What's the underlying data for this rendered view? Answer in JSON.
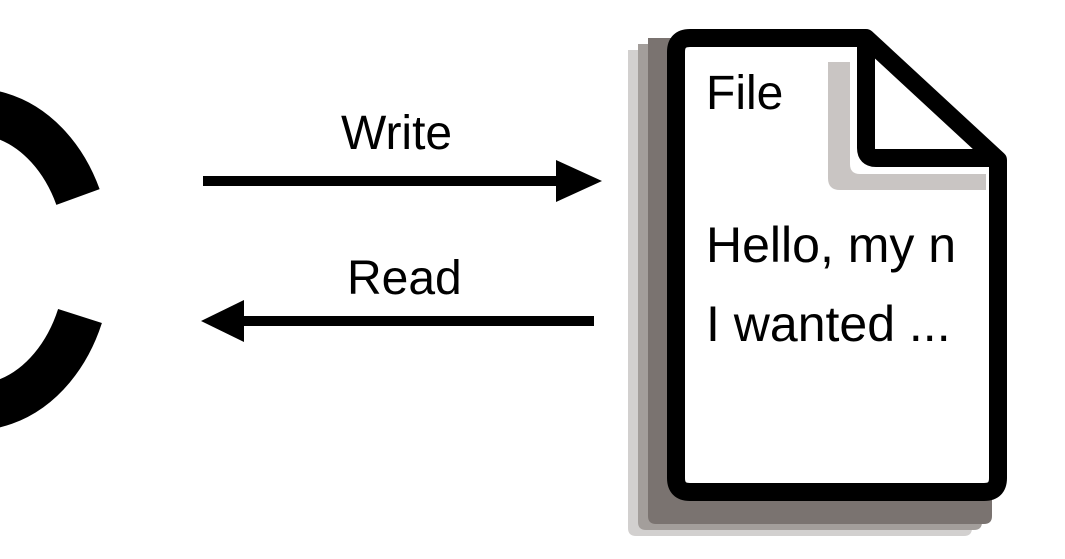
{
  "diagram": {
    "write_label": "Write",
    "read_label": "Read",
    "file": {
      "title": "File",
      "lines": [
        "Hello, my n",
        "I wanted ..."
      ]
    },
    "colors": {
      "stroke": "#000000",
      "page": "#ffffff",
      "shadow_dark": "#7a7370",
      "shadow_mid": "#a39e9b",
      "shadow_light": "#d2d0cf"
    },
    "icons": {
      "left_shape": "c-shape-icon",
      "file": "document-icon",
      "write_arrow": "arrow-right-icon",
      "read_arrow": "arrow-left-icon"
    }
  }
}
